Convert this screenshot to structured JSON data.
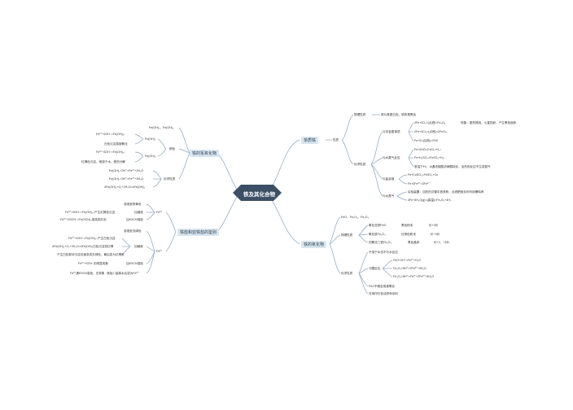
{
  "center": "铁及其化合物",
  "colors": {
    "hub": "#d8e6f2",
    "center": "#3c4f66",
    "line": "#8aa4bf",
    "text": "#333333"
  },
  "nodes": {
    "iron": "单质铁",
    "iron_props": "性质",
    "phys": "物理性质",
    "phys_desc": "铁片是银白色，铁粉是黑色",
    "chem": "化学性质",
    "nonmetal": "与非金属单质",
    "nonmetal_1": "3Fe+2O₂=(点燃)=Fe₃O₄",
    "nonmetal_1_note": "现象：剧烈燃烧，火星四射，产生黑色固体",
    "nonmetal_2": "2Fe+3Cl₂=(点燃)=2FeCl₃",
    "nonmetal_3": "Fe+S=(加热)=FeS",
    "water": "与水蒸气反应",
    "water_1": "Fe+2HCl=FeCl₂+H₂↑",
    "water_2": "Fe+H₂SO₄=FeSO₄+H₂↑",
    "water_3": "常温下Fe、Al遇浓硫酸浓硝酸钝化，加热则反应不生成氢气",
    "salt": "与盐溶液",
    "salt_1": "Fe+CuSO₄=FeSO₄+Cu",
    "salt_2": "Fe+2Fe³⁺=3Fe²⁺",
    "steam": "与水蒸气",
    "steam_1": "实验装置：加热的试管中放铁粉，点燃肥皂泡可听到爆鸣声",
    "steam_2": "3Fe+4H₂O(g)=(高温)=Fe₃O₄+4H₂",
    "oxides": "铁的氧化物",
    "oxides_list": "FeO、Fe₂O₃、Fe₃O₄",
    "ox_phys": "物理性质",
    "ox_p1": "氧化亚铁FeO",
    "ox_p1_c": "黑色粉末",
    "ox_p1_v": "价+2价",
    "ox_p2": "氧化铁Fe₂O₃",
    "ox_p2_c": "红棕色粉末",
    "ox_p2_v": "价+3价",
    "ox_p3": "四氧化三铁Fe₃O₄",
    "ox_p3_c": "黑色晶体",
    "ox_p3_v": "价+2、+3价",
    "ox_chem": "化学性质",
    "ox_c0": "不溶于水也不与水反应",
    "ox_acid": "与酸反应",
    "ox_a1": "FeO+2H⁺=Fe²⁺+H₂O",
    "ox_a2": "Fe₂O₃+6H⁺=2Fe³⁺+3H₂O",
    "ox_a3": "Fe₃O₄+8H⁺=Fe²⁺+2Fe³⁺+4H₂O",
    "ox_c2": "FeO不稳定易被氧化",
    "ox_c3": "可用作红色油漆和涂料",
    "hydrox": "铁的氢氧化物",
    "hx_fe2": "Fe(OH)₂",
    "hx_fe3": "Fe(OH)₃",
    "hx_color": "颜色",
    "hx_c1": "Fe(OH)₂",
    "hx_c1_d": "Fe²⁺+2OH⁻=Fe(OH)₂↓",
    "hx_c2": "白色沉淀易被氧化",
    "hx_c3": "Fe(OH)₃",
    "hx_c3_d": "Fe³⁺+3OH⁻=Fe(OH)₃↓",
    "hx_c4": "红褐色沉淀，难溶于水，受热分解",
    "hx_chem": "化学性质",
    "hx_ch1": "Fe(OH)₂+2H⁺=Fe²⁺+2H₂O",
    "hx_ch2": "Fe(OH)₃+3H⁺=Fe³⁺+3H₂O",
    "hx_ch3": "4Fe(OH)₂+O₂+2H₂O=4Fe(OH)₃",
    "ions": "铁盐和亚铁盐的鉴别",
    "fe3": "Fe³⁺",
    "fe3_top": "溶液呈棕黄色",
    "fe3_1": "Fe³⁺+3OH⁻=Fe(OH)₃↓产生红褐色沉淀",
    "fe3_1_t": "加碱液",
    "fe3_2": "Fe³⁺+3SCN⁻=Fe(SCN)₃溶液变红色",
    "fe3_2_t": "加KSCN溶液",
    "fe2": "Fe²⁺",
    "fe2_top": "溶液呈浅绿色",
    "fe2_1": "Fe²⁺+2OH⁻=Fe(OH)₂↓产生白色沉淀",
    "fe2_2": "4Fe(OH)₂+O₂+2H₂O=4Fe(OH)₃白色沉淀变红褐",
    "fe2_t": "加碱液",
    "fe2_3": "产生白色絮状沉淀迅速变成灰绿色，最后变为红褐色",
    "fe2_4": "Fe²⁺+SCN⁻无明显现象",
    "fe2_4_t": "加KSCN溶液",
    "fe2_5": "Fe²⁺遇KSCN溶液，无现象",
    "fe2_5_t": "滴加少量氯水后变为Fe³⁺"
  }
}
